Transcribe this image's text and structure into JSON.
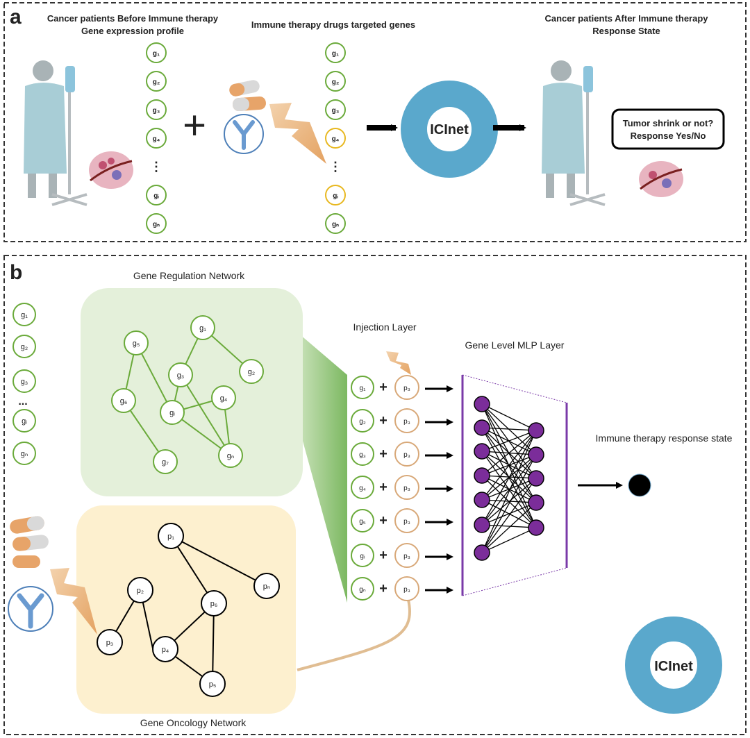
{
  "panel_a": {
    "letter": "a",
    "left_title_1": "Cancer patients Before Immune therapy",
    "left_title_2": "Gene expression profile",
    "mid_title": "Immune therapy drugs targeted genes",
    "right_title_1": "Cancer patients After Immune therapy",
    "right_title_2": "Response State",
    "genes": [
      "g1",
      "g2",
      "g3",
      "g4",
      "⋮",
      "gi",
      "gn"
    ],
    "targeted_genes": [
      "g1",
      "g2",
      "g3",
      "g4",
      "⋮",
      "gi",
      "gn"
    ],
    "plus": "+",
    "model_label": "ICInet",
    "response_1": "Tumor shrink or not?",
    "response_2": "Response Yes/No",
    "colors": {
      "gene_green": "#6aaa3a",
      "target_yellow": "#e8b820",
      "model_blue": "#5aa8cc",
      "pill_orange": "#e7a469",
      "lightning": "#e8ab70"
    }
  },
  "panel_b": {
    "letter": "b",
    "grn_title": "Gene Regulation Network",
    "gon_title": "Gene Oncology Network",
    "injection_title": "Injection Layer",
    "mlp_title": "Gene Level MLP Layer",
    "output_title": "Immune therapy response state",
    "input_genes": [
      "g1",
      "g2",
      "g3",
      "...",
      "gi",
      "gn"
    ],
    "grn_nodes": [
      "g5",
      "g1",
      "g3",
      "g2",
      "g6",
      "gi",
      "g4",
      "g7",
      "gn"
    ],
    "gon_nodes": [
      "p1",
      "p2",
      "pn",
      "p6",
      "p3",
      "p4",
      "p5"
    ],
    "injection_rows": [
      {
        "g": "g1",
        "p": "p3"
      },
      {
        "g": "g2",
        "p": "p3"
      },
      {
        "g": "g3",
        "p": "p3"
      },
      {
        "g": "g4",
        "p": "p3"
      },
      {
        "g": "g5",
        "p": "p3"
      },
      {
        "g": "gi",
        "p": "p3"
      },
      {
        "g": "gn",
        "p": "p3"
      }
    ],
    "model_label": "ICInet",
    "colors": {
      "grn_bg": "#e4f0da",
      "gon_bg": "#fdf0cf",
      "mlp_node": "#7b2d9a",
      "mlp_border": "#7a3aa8",
      "curve": "#e0bd92"
    }
  }
}
